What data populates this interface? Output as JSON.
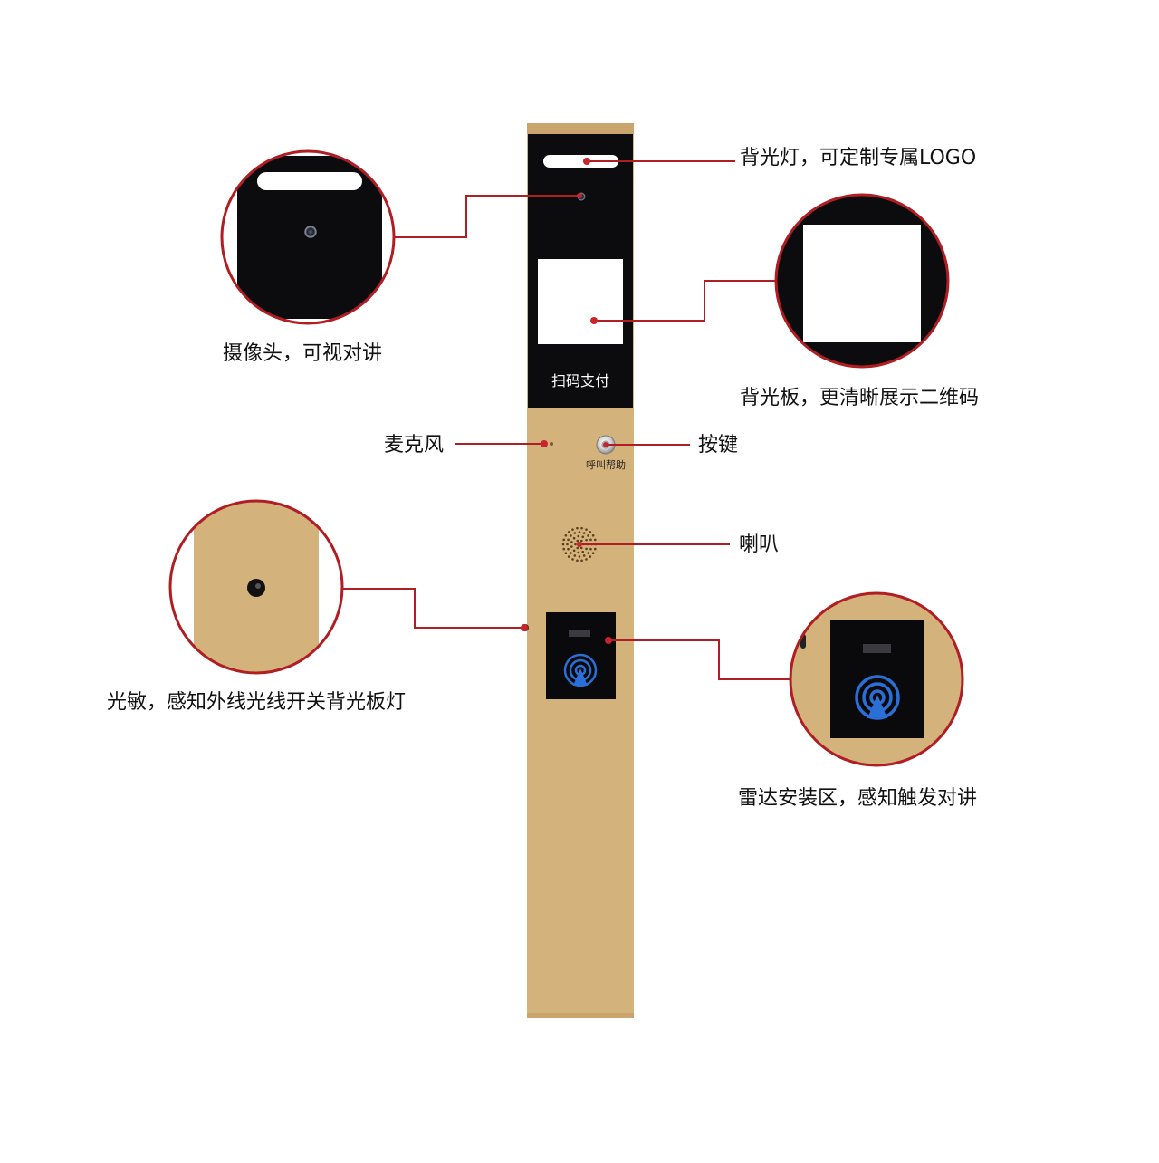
{
  "device": {
    "qr_caption": "扫码支付",
    "button_caption": "呼叫帮助"
  },
  "callouts": {
    "backlight": "背光灯，可定制专属LOGO",
    "camera": "摄像头，可视对讲",
    "backlight_panel": "背光板，更清晰展示二维码",
    "microphone": "麦克风",
    "button": "按键",
    "speaker": "喇叭",
    "light_sensor": "光敏，感知外线光线开关背光板灯",
    "radar": "雷达安装区，感知触发对讲"
  },
  "colors": {
    "pole": "#d4b27c",
    "pole_top": "#c9a46c",
    "panel": "#0c0c0f",
    "leader_line": "#b01e24",
    "radar_icon": "#2a6fd6"
  }
}
